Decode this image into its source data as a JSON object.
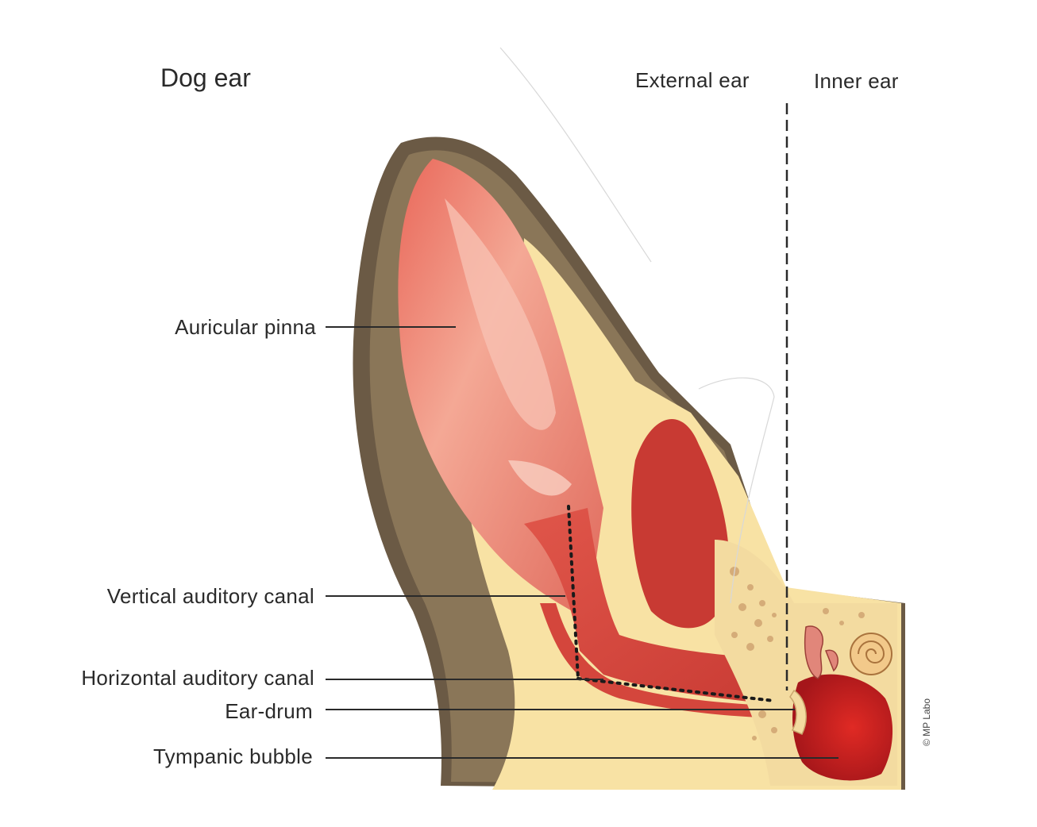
{
  "title": "Dog ear",
  "regions": {
    "external": "External ear",
    "inner": "Inner ear"
  },
  "labels": {
    "pinna": "Auricular pinna",
    "vertical_canal": "Vertical auditory canal",
    "horizontal_canal": "Horizontal auditory canal",
    "eardrum": "Ear-drum",
    "bubble": "Tympanic bubble"
  },
  "copyright": "© MP Labo",
  "colors": {
    "fur": "#6b5a45",
    "skin": "#e87a6a",
    "skin_light": "#f5b4a2",
    "cartilage": "#f8e2a4",
    "canal": "#d9483c",
    "bubble": "#c8201c",
    "leader": "#2a2a2a"
  }
}
